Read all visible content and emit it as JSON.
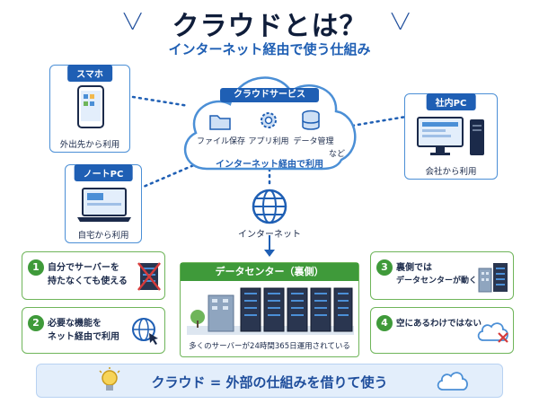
{
  "header": {
    "title": "クラウドとは？",
    "subtitle": "インターネット経由で使う仕組み"
  },
  "cloud": {
    "label": "クラウドサービス",
    "services": [
      "ファイル保存",
      "アプリ利用",
      "データ管理"
    ],
    "etc": "など",
    "caption": "インターネット経由で利用"
  },
  "devices": {
    "smartphone": {
      "tag": "スマホ",
      "caption": "外出先から利用"
    },
    "laptop": {
      "tag": "ノートPC",
      "caption": "自宅から利用"
    },
    "office_pc": {
      "tag": "社内PC",
      "caption": "会社から利用"
    }
  },
  "internet": {
    "label": "インターネット"
  },
  "datacenter": {
    "title": "データセンター（裏側）",
    "caption": "多くのサーバーが24時間365日運用されている"
  },
  "points": [
    {
      "num": "1",
      "line1": "自分でサーバーを",
      "line2": "持たなくても使える"
    },
    {
      "num": "2",
      "line1": "必要な機能を",
      "line2": "ネット経由で利用"
    },
    {
      "num": "3",
      "line1": "裏側では",
      "line2": "データセンターが動く"
    },
    {
      "num": "4",
      "line1": "空にあるわけではない",
      "line2": ""
    }
  ],
  "summary": {
    "text": "クラウド = 外部の仕組みを借りて使う"
  },
  "colors": {
    "navy": "#0f1d3a",
    "blue": "#1f5fb4",
    "green": "#3f9a3a",
    "red": "#d63a3a"
  }
}
